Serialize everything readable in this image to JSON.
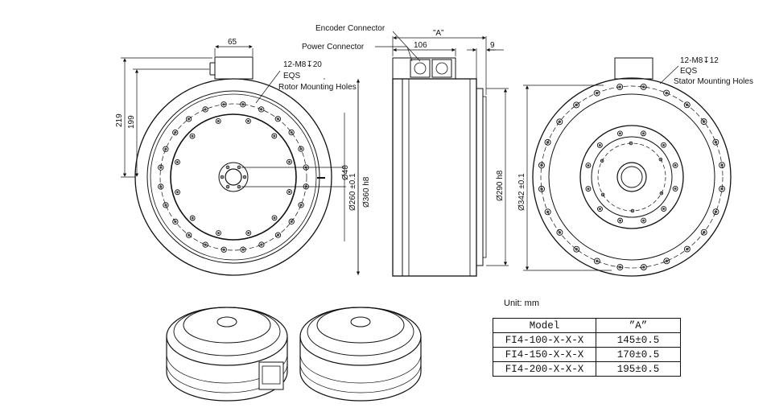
{
  "dimensions": {
    "width_connector": "65",
    "height_overall": "219",
    "height_center": "199",
    "rotor_holes_spec": "12-M8↧20",
    "rotor_eqs": "EQS",
    "rotor_holes_label": "Rotor Mounting Holes",
    "encoder_label": "Encoder Connector",
    "power_label": "Power Connector",
    "length_A": "”A”",
    "connector_width": "106",
    "flange": "9",
    "bore_dia": "Ø40",
    "rotor_pcd": "Ø260 ±0.1",
    "body_dia": "Ø360 h8",
    "pilot_dia": "Ø290 h8",
    "stator_pcd": "Ø342 ±0.1",
    "stator_holes_spec": "12-M8↧12",
    "stator_eqs": "EQS",
    "stator_holes_label": "Stator Mounting Holes"
  },
  "unit_label": "Unit: mm",
  "table": {
    "headers": [
      "Model",
      "”A”"
    ],
    "rows": [
      [
        "FI4-100-X-X-X",
        "145±0.5"
      ],
      [
        "FI4-150-X-X-X",
        "170±0.5"
      ],
      [
        "FI4-200-X-X-X",
        "195±0.5"
      ]
    ]
  }
}
